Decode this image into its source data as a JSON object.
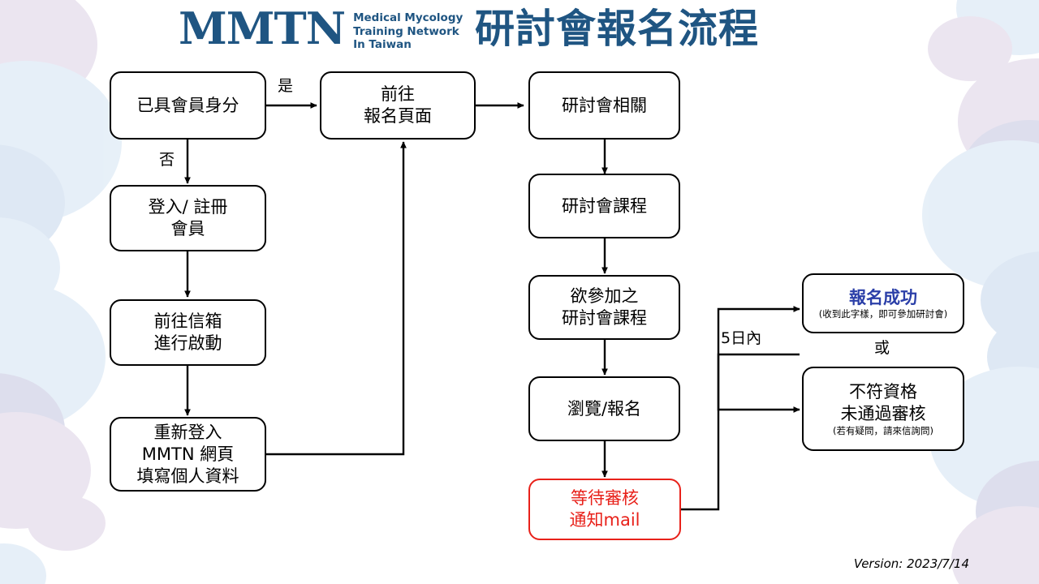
{
  "header": {
    "logo_mark": "MMTN",
    "logo_tagline_line1": "Medical Mycology",
    "logo_tagline_line2": "Training Network",
    "logo_tagline_line3": "In Taiwan",
    "title": "研討會報名流程",
    "brand_color": "#1F5582"
  },
  "footer": {
    "version": "Version: 2023/7/14"
  },
  "colors": {
    "node_border": "#000000",
    "alert_red": "#E8211A",
    "success_blue": "#2B3FA8",
    "bg_blue": "#D3E3F3",
    "bg_purple": "#DCD0E4"
  },
  "flow": {
    "nodes": [
      {
        "id": "member-status",
        "lines": [
          "已具會員身分"
        ]
      },
      {
        "id": "goto-signup",
        "lines": [
          "前往",
          "報名頁面"
        ]
      },
      {
        "id": "login-register",
        "lines": [
          "登入/ 註冊",
          "會員"
        ]
      },
      {
        "id": "activate-mail",
        "lines": [
          "前往信箱",
          "進行啟動"
        ]
      },
      {
        "id": "relogin-fill",
        "lines": [
          "重新登入",
          "MMTN 網頁",
          "填寫個人資料"
        ]
      },
      {
        "id": "seminar-info",
        "lines": [
          "研討會相關"
        ]
      },
      {
        "id": "seminar-course",
        "lines": [
          "研討會課程"
        ]
      },
      {
        "id": "desired-course",
        "lines": [
          "欲參加之",
          "研討會課程"
        ]
      },
      {
        "id": "browse-signup",
        "lines": [
          "瀏覽/報名"
        ]
      },
      {
        "id": "await-review",
        "lines": [
          "等待審核",
          "通知mail"
        ]
      },
      {
        "id": "signup-success",
        "lines": [
          "報名成功"
        ],
        "sub": "(收到此字樣，即可參加研討會)"
      },
      {
        "id": "signup-reject",
        "lines": [
          "不符資格",
          "未通過審核"
        ],
        "sub": "(若有疑問，請來信詢問)"
      }
    ],
    "edge_labels": {
      "yes": "是",
      "no": "否",
      "within_5_days": "5日內",
      "or": "或"
    }
  }
}
